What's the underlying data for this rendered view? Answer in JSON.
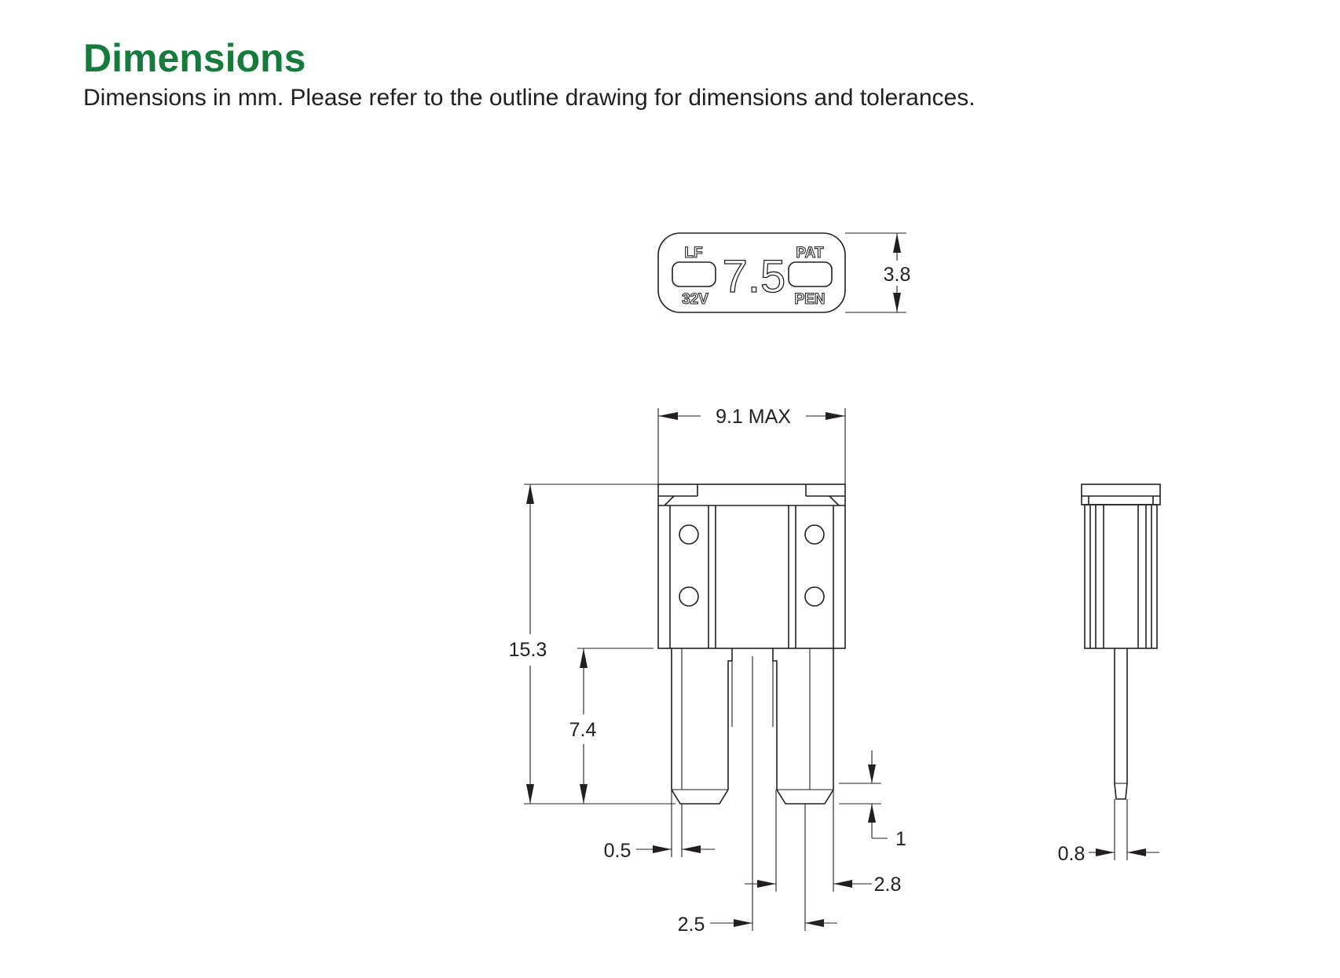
{
  "header": {
    "title": "Dimensions",
    "subtitle": "Dimensions in mm. Please refer to the outline drawing for dimensions and tolerances."
  },
  "fuse_top_view": {
    "marking_top_left": "LF",
    "marking_bottom_left": "32V",
    "rating": "7.5",
    "marking_top_right": "PAT",
    "marking_bottom_right": "PEN"
  },
  "dimension_labels": {
    "thickness": "3.8",
    "width_max": "9.1 MAX",
    "overall_height": "15.3",
    "blade_length": "7.4",
    "blade_tip_offset": "0.5",
    "tip_chamfer": "1",
    "blade_width": "2.8",
    "blade_spacing": "2.5",
    "blade_thickness": "0.8"
  },
  "colors": {
    "title": "#177a3d",
    "text": "#231f20",
    "line": "#231f20"
  }
}
